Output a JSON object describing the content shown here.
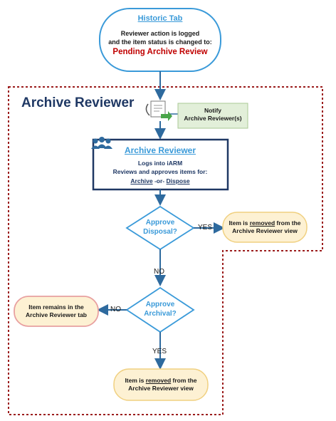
{
  "historic": {
    "title": "Historic Tab",
    "line1": "Reviewer action is logged",
    "line2": "and the item status is changed to:",
    "status": "Pending Archive Review"
  },
  "lane": {
    "title": "Archive Reviewer"
  },
  "notify": {
    "line1": "Notify",
    "line2": "Archive Reviewer(s)"
  },
  "reviewer": {
    "title": "Archive Reviewer",
    "line1": "Logs into iARM",
    "line2": "Reviews and approves items for:",
    "opt1": "Archive",
    "sep": " -or- ",
    "opt2": "Dispose"
  },
  "decision1": {
    "line1": "Approve",
    "line2": "Disposal?"
  },
  "decision2": {
    "line1": "Approve",
    "line2": "Archival?"
  },
  "edges": {
    "yes1": "YES",
    "no1": "NO",
    "no2": "NO",
    "yes2": "YES"
  },
  "outcome_removed_1": {
    "pre": "Item is ",
    "em": "removed",
    "post": " from the",
    "line2": "Archive Reviewer view"
  },
  "outcome_remains": {
    "line1": "Item remains in the",
    "line2": "Archive Reviewer tab"
  },
  "outcome_removed_2": {
    "pre": "Item is ",
    "em": "removed",
    "post": " from the",
    "line2": "Archive Reviewer view"
  },
  "colors": {
    "accent_blue": "#3a9ad9",
    "dark_blue": "#1f3864",
    "status_red": "#c00000",
    "lane_border": "#9b1b1b",
    "notify_fill": "#e2efd9",
    "outcome_fill": "#fdf1d3",
    "remain_border": "#e8a0a0"
  }
}
